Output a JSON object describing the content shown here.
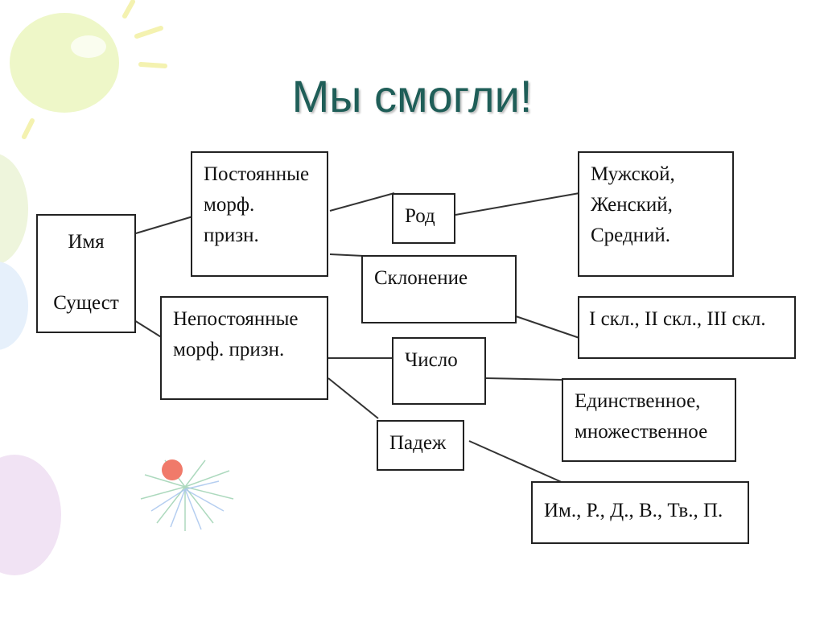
{
  "title": "Мы смогли!",
  "nodes": {
    "imya": "Имя\n\nСущест",
    "post": "Постоянные\nморф.\nпризн.",
    "nepost": "Непостоянные\nморф. призн.",
    "rod": "Род",
    "sklon": "Склонение",
    "chislo": "Число",
    "padezh": "Падеж",
    "rod_vals": "Мужской,\nЖенский,\n Средний.",
    "sklon_vals": "I скл., II скл., III скл.",
    "chislo_vals": "Единственное,\nмножественное",
    "padezh_vals": "Им., Р., Д., В., Тв., П."
  },
  "colors": {
    "title": "#1f5e58",
    "border": "#222222",
    "balloon_yellow": "#eef7c8",
    "balloon_purple": "#f1e3f4",
    "balloon_blue": "#e6f0fb"
  }
}
